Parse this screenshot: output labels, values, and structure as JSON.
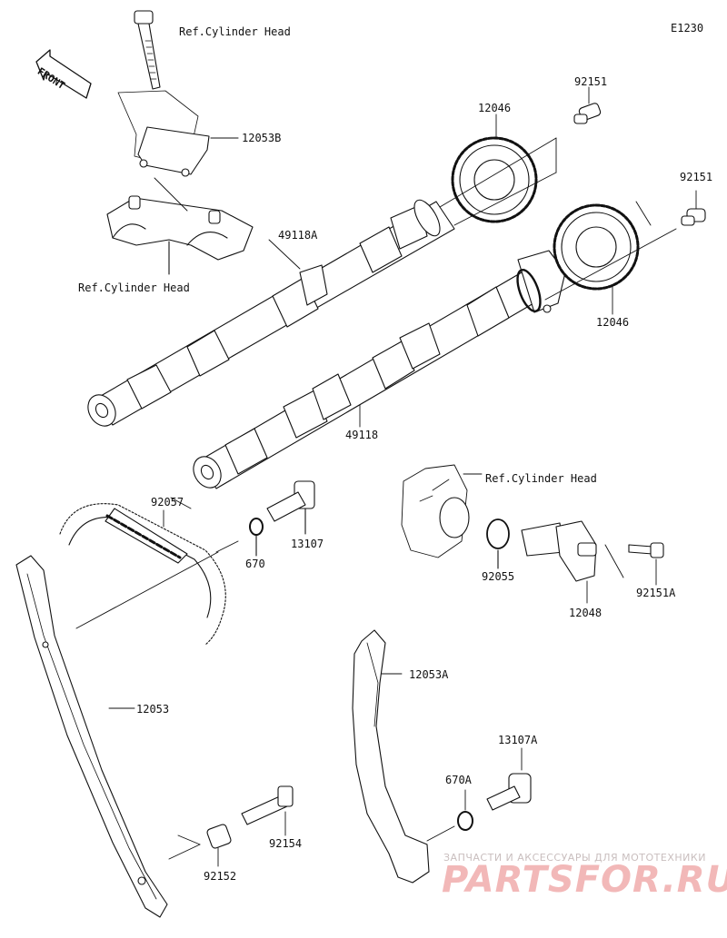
{
  "diagram_code": "E1230",
  "front_label": "FRONT",
  "labels": {
    "ref_top": "Ref.Cylinder Head",
    "ref_mid": "Ref.Cylinder Head",
    "ref_right": "Ref.Cylinder Head",
    "p12053B": "12053B",
    "p92151_a": "92151",
    "p92151_b": "92151",
    "p12046_a": "12046",
    "p12046_b": "12046",
    "p49118A": "49118A",
    "p49118": "49118",
    "p92057": "92057",
    "p13107": "13107",
    "p670": "670",
    "p92055": "92055",
    "p12048": "12048",
    "p92151A": "92151A",
    "p12053A": "12053A",
    "p12053": "12053",
    "p13107A": "13107A",
    "p670A": "670A",
    "p92154": "92154",
    "p92152": "92152"
  },
  "watermark": {
    "subtitle": "ЗАПЧАСТИ И АКСЕССУАРЫ ДЛЯ МОТОТЕХНИКИ",
    "brand": "PARTSFOR.RU"
  }
}
